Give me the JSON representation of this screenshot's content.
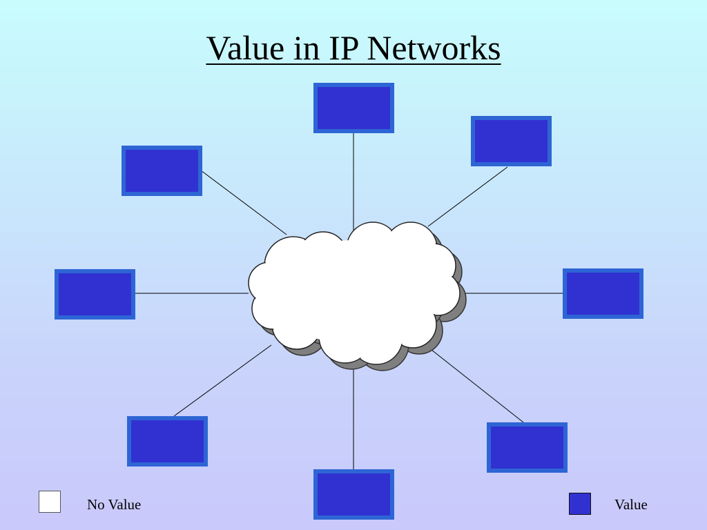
{
  "title": "Value in IP Networks",
  "colors": {
    "node_fill": "#3131d1",
    "node_border": "#2e65d5",
    "cloud_fill": "#ffffff",
    "cloud_shadow": "#7f7f7f",
    "link": "#000000"
  },
  "diagram": {
    "center": "cloud",
    "nodes": [
      {
        "id": "top",
        "state": "value"
      },
      {
        "id": "upper-right",
        "state": "value"
      },
      {
        "id": "right",
        "state": "value"
      },
      {
        "id": "lower-right",
        "state": "value"
      },
      {
        "id": "bottom",
        "state": "value"
      },
      {
        "id": "lower-left",
        "state": "value"
      },
      {
        "id": "left",
        "state": "value"
      },
      {
        "id": "upper-left",
        "state": "value"
      }
    ]
  },
  "legend": {
    "no_value": "No Value",
    "value": "Value"
  }
}
